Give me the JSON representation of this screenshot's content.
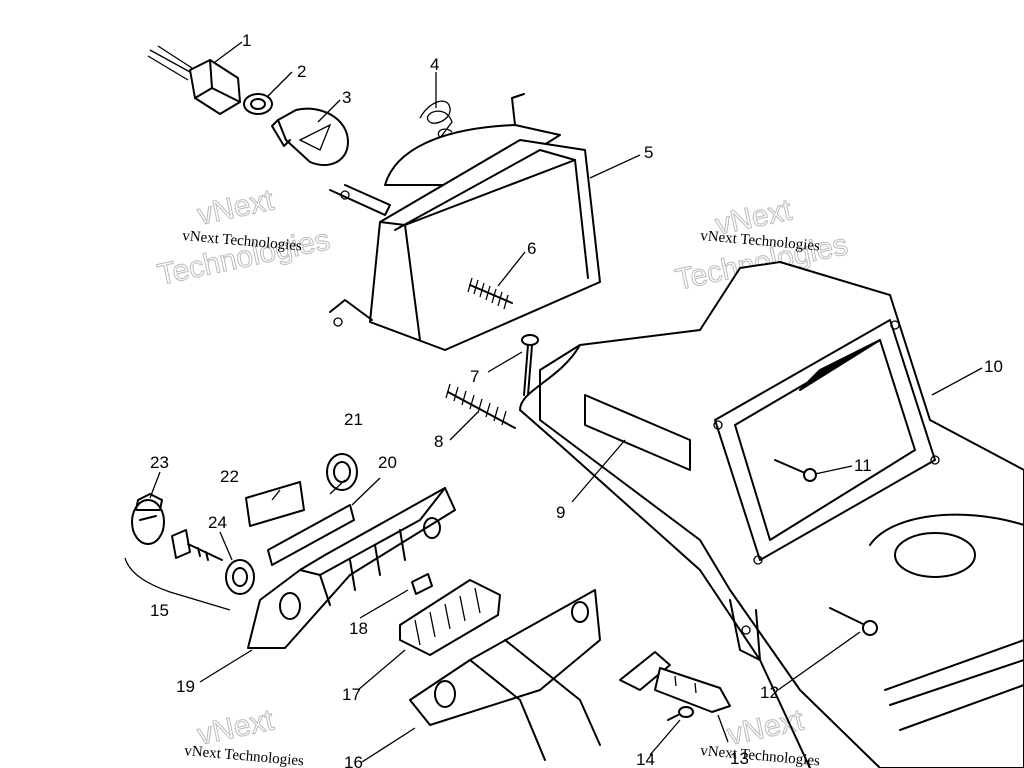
{
  "callouts": {
    "n1": "1",
    "n2": "2",
    "n3": "3",
    "n4": "4",
    "n5": "5",
    "n6": "6",
    "n7": "7",
    "n8": "8",
    "n9": "9",
    "n10": "10",
    "n11": "11",
    "n12": "12",
    "n13": "13",
    "n14": "14",
    "n15": "15",
    "n16": "16",
    "n17": "17",
    "n18": "18",
    "n19": "19",
    "n20": "20",
    "n21": "21",
    "n22": "22",
    "n23": "23",
    "n24": "24"
  },
  "watermark": {
    "small_text": "vNext Technologies",
    "big_line1": "vNext",
    "big_line2": "Technologies"
  },
  "colors": {
    "line": "#000000",
    "background": "#ffffff",
    "watermark_outline": "#bbbbbb"
  }
}
